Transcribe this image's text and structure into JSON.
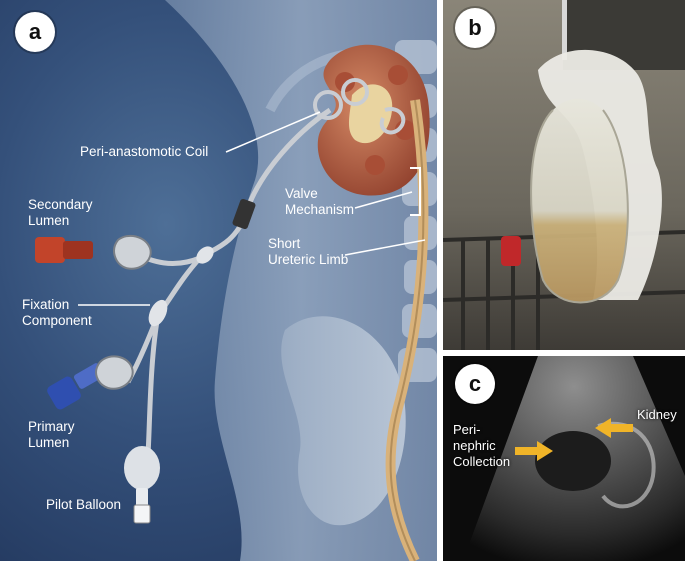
{
  "panels": {
    "a": {
      "badge": "a",
      "labels": {
        "peri_anastomotic_coil": "Peri-anastomotic Coil",
        "valve_mechanism": "Valve\nMechanism",
        "secondary_lumen": "Secondary\nLumen",
        "short_ureteric_limb": "Short\nUreteric Limb",
        "fixation_component": "Fixation\nComponent",
        "primary_lumen": "Primary\nLumen",
        "pilot_balloon": "Pilot Balloon"
      }
    },
    "b": {
      "badge": "b"
    },
    "c": {
      "badge": "c",
      "labels": {
        "kidney": "Kidney",
        "perinephric_collection": "Peri-\nnephric\nCollection"
      }
    }
  },
  "colors": {
    "background_blue": "#34507a",
    "body_silhouette": "#8ea2bd",
    "kidney": "#b5634a",
    "catheter_tan": "#d9b27a",
    "tube_grey": "#c9cdd3",
    "secondary_lumen_red": "#c2442a",
    "primary_lumen_blue": "#2f4fb0",
    "arrow_yellow": "#f0b428"
  }
}
